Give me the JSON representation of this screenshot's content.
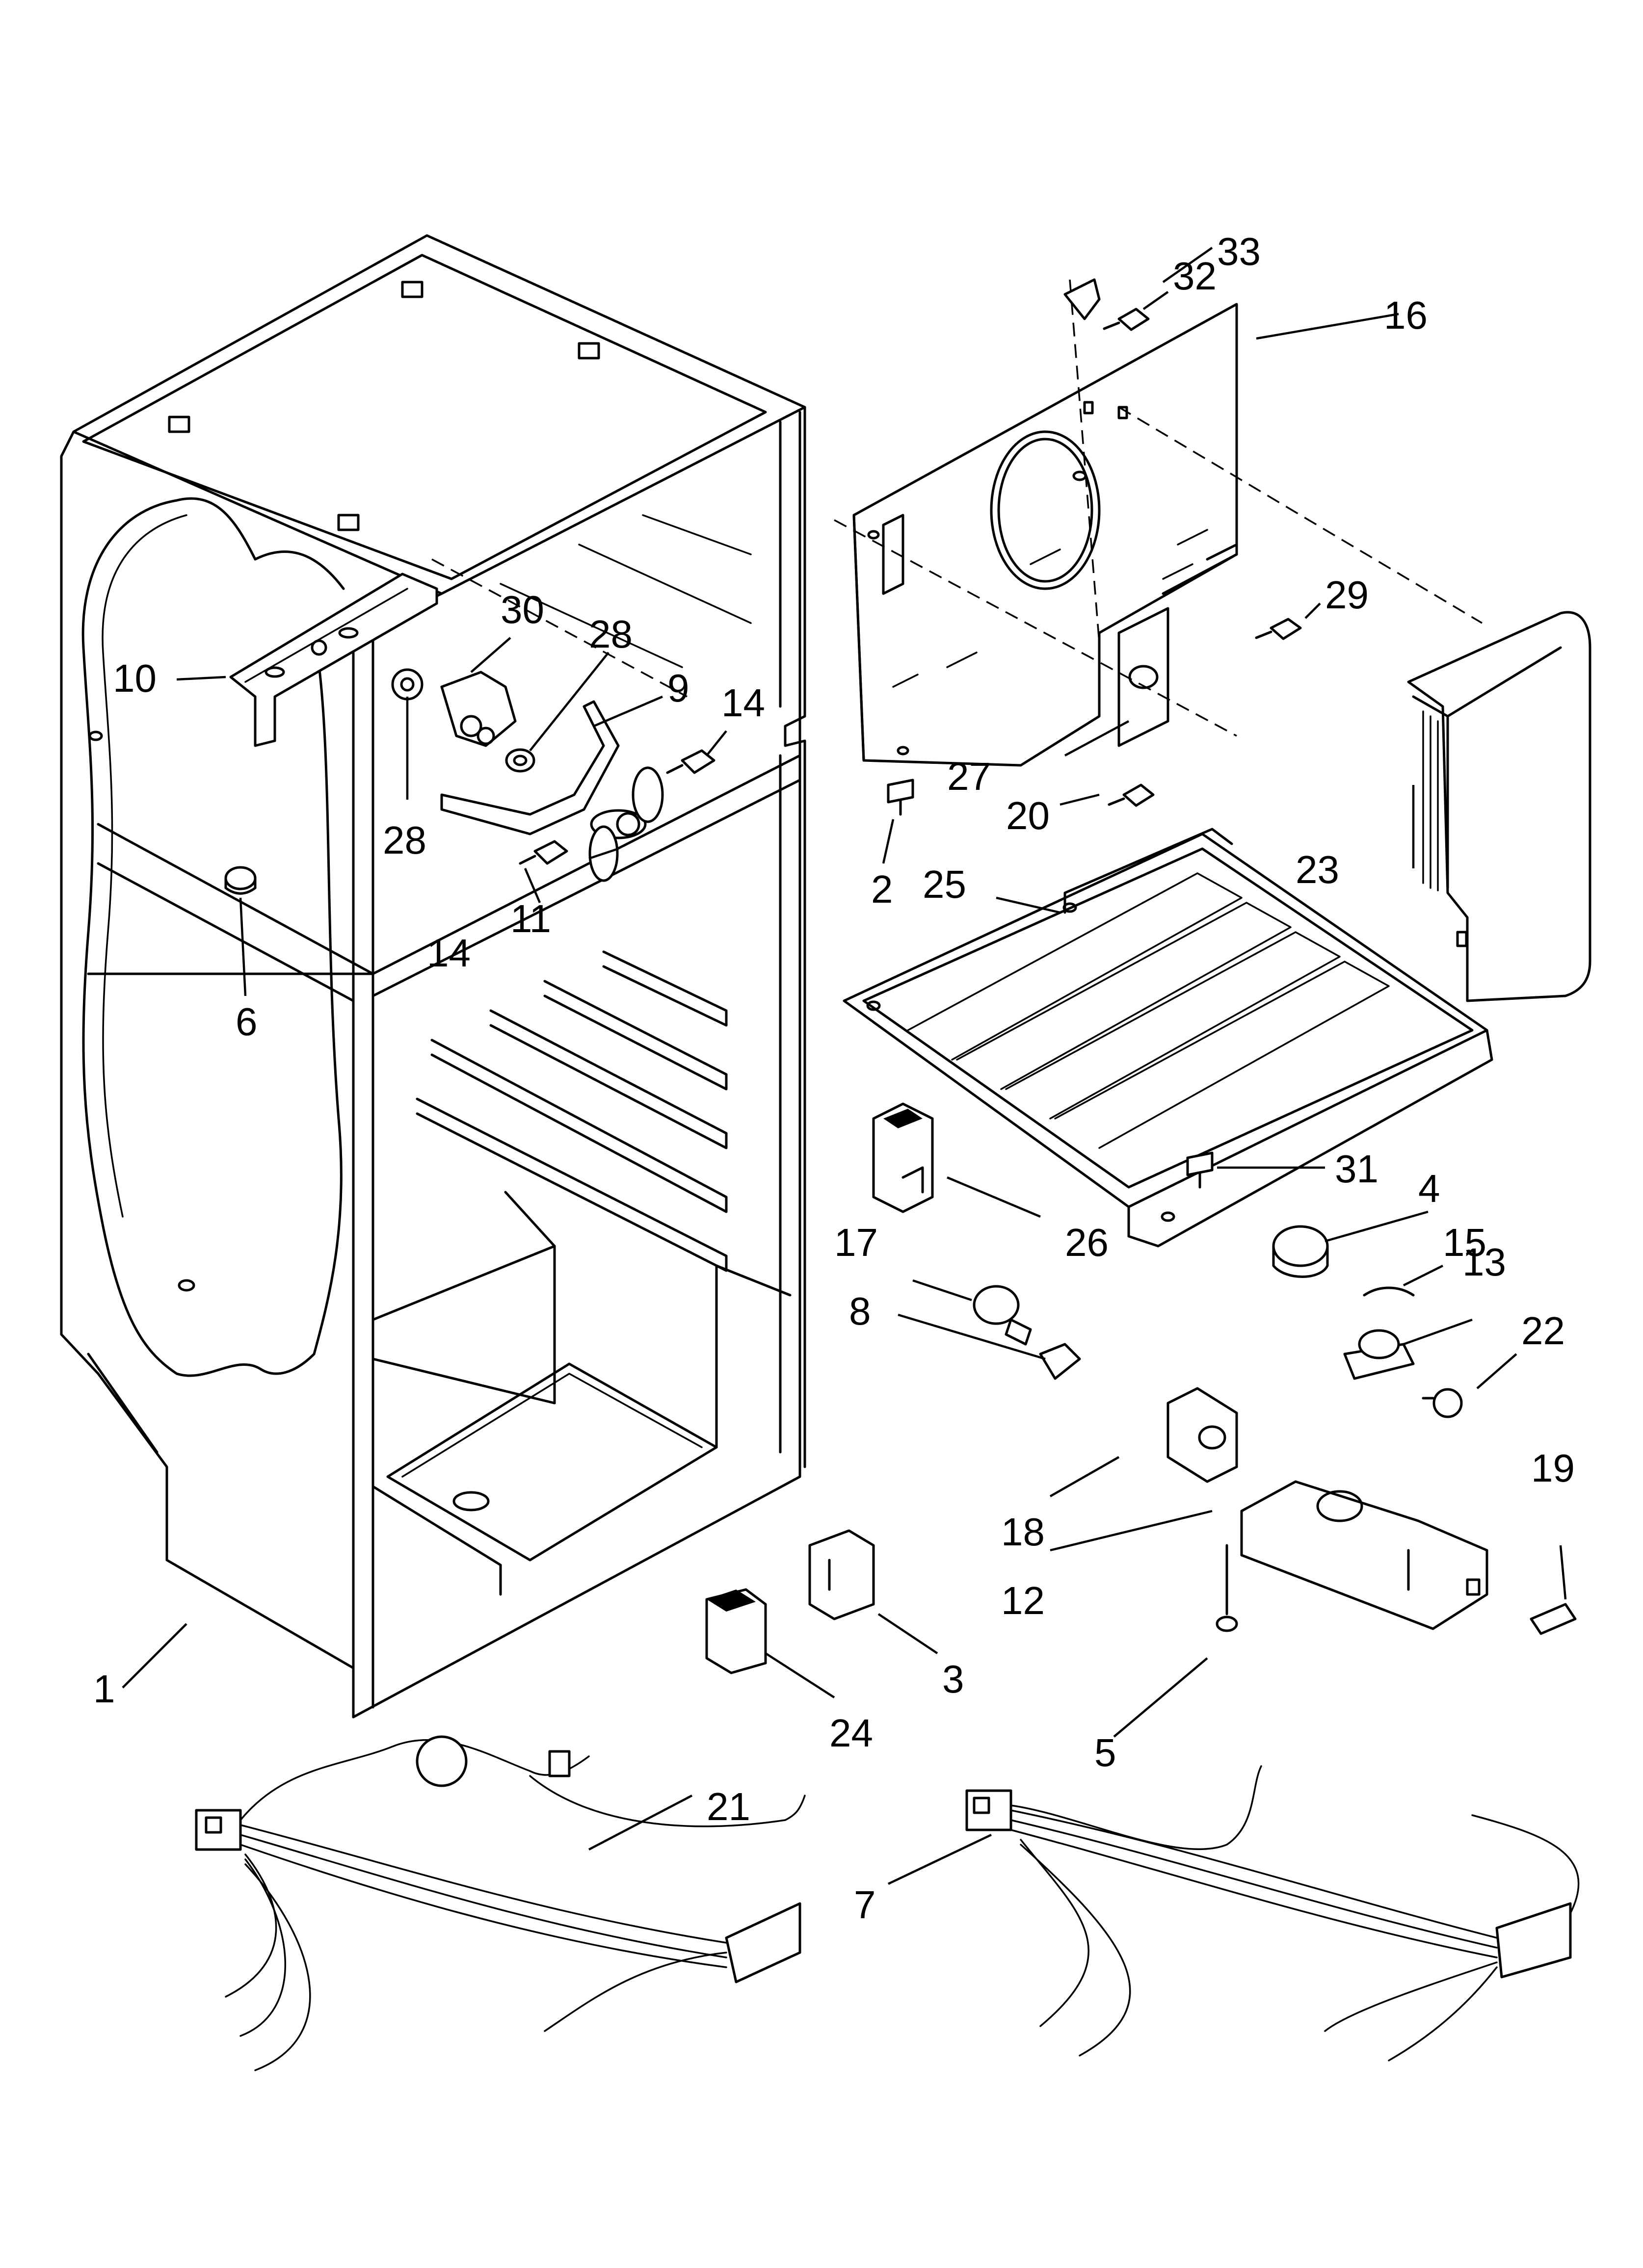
{
  "diagram": {
    "callouts": [
      {
        "id": "c1",
        "text": "1"
      },
      {
        "id": "c2",
        "text": "2"
      },
      {
        "id": "c3",
        "text": "3"
      },
      {
        "id": "c4",
        "text": "4"
      },
      {
        "id": "c5",
        "text": "5"
      },
      {
        "id": "c6",
        "text": "6"
      },
      {
        "id": "c7",
        "text": "7"
      },
      {
        "id": "c8",
        "text": "8"
      },
      {
        "id": "c9",
        "text": "9"
      },
      {
        "id": "c10",
        "text": "10"
      },
      {
        "id": "c11",
        "text": "11"
      },
      {
        "id": "c12",
        "text": "12"
      },
      {
        "id": "c13",
        "text": "13"
      },
      {
        "id": "c14a",
        "text": "14"
      },
      {
        "id": "c14b",
        "text": "14"
      },
      {
        "id": "c15",
        "text": "15"
      },
      {
        "id": "c16",
        "text": "16"
      },
      {
        "id": "c17",
        "text": "17"
      },
      {
        "id": "c18",
        "text": "18"
      },
      {
        "id": "c19",
        "text": "19"
      },
      {
        "id": "c20",
        "text": "20"
      },
      {
        "id": "c21",
        "text": "21"
      },
      {
        "id": "c22",
        "text": "22"
      },
      {
        "id": "c23",
        "text": "23"
      },
      {
        "id": "c24",
        "text": "24"
      },
      {
        "id": "c25",
        "text": "25"
      },
      {
        "id": "c26",
        "text": "26"
      },
      {
        "id": "c27",
        "text": "27"
      },
      {
        "id": "c28a",
        "text": "28"
      },
      {
        "id": "c28b",
        "text": "28"
      },
      {
        "id": "c29",
        "text": "29"
      },
      {
        "id": "c30",
        "text": "30"
      },
      {
        "id": "c31",
        "text": "31"
      },
      {
        "id": "c32",
        "text": "32"
      },
      {
        "id": "c33",
        "text": "33"
      }
    ]
  }
}
